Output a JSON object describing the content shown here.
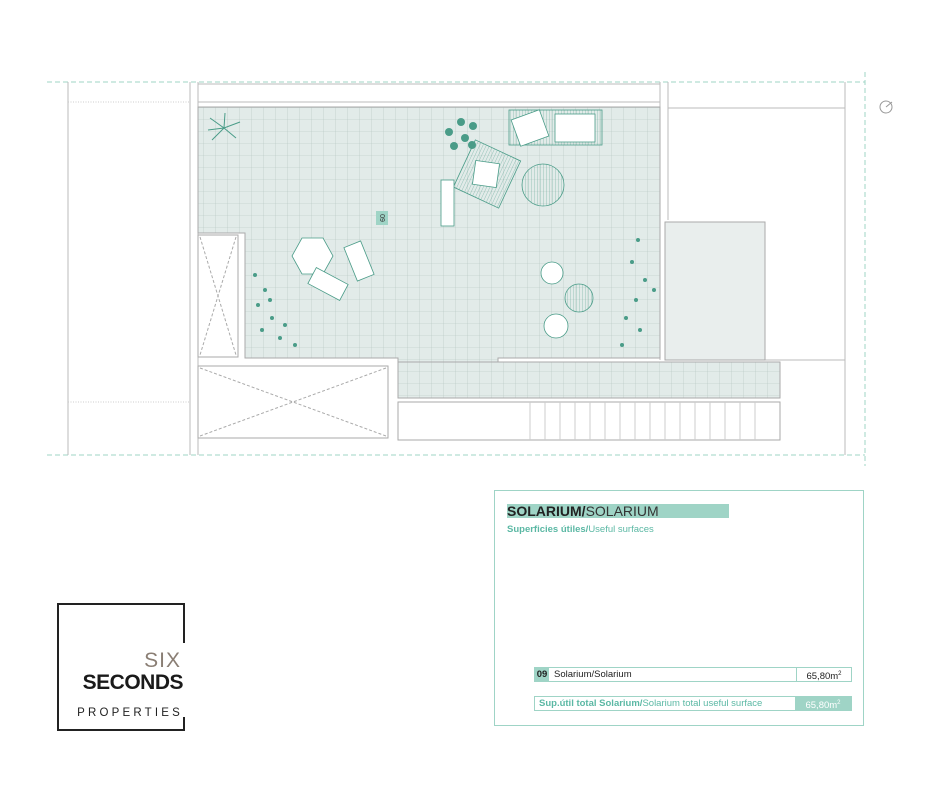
{
  "plan": {
    "room_number": "09",
    "colors": {
      "accent": "#9fd4c6",
      "accent_text": "#5bb8a4",
      "furniture": "#4a9c88",
      "floor": "#e4ecea"
    }
  },
  "table": {
    "title_bold": "SOLARIUM/",
    "title_normal": "SOLARIUM",
    "subtitle_bold": "Superficies útiles/",
    "subtitle_normal": "Useful surfaces",
    "rows": [
      {
        "number": "09",
        "label": "Solarium/Solarium",
        "area": "65,80m",
        "unit_sup": "2"
      }
    ],
    "total": {
      "label_bold": "Sup.útil total Solarium/",
      "label_normal": "Solarium total useful surface",
      "area": "65,80m",
      "unit_sup": "2"
    }
  },
  "logo": {
    "line1": "SIX",
    "line2": "SECONDS",
    "line3": "PROPERTIES"
  }
}
